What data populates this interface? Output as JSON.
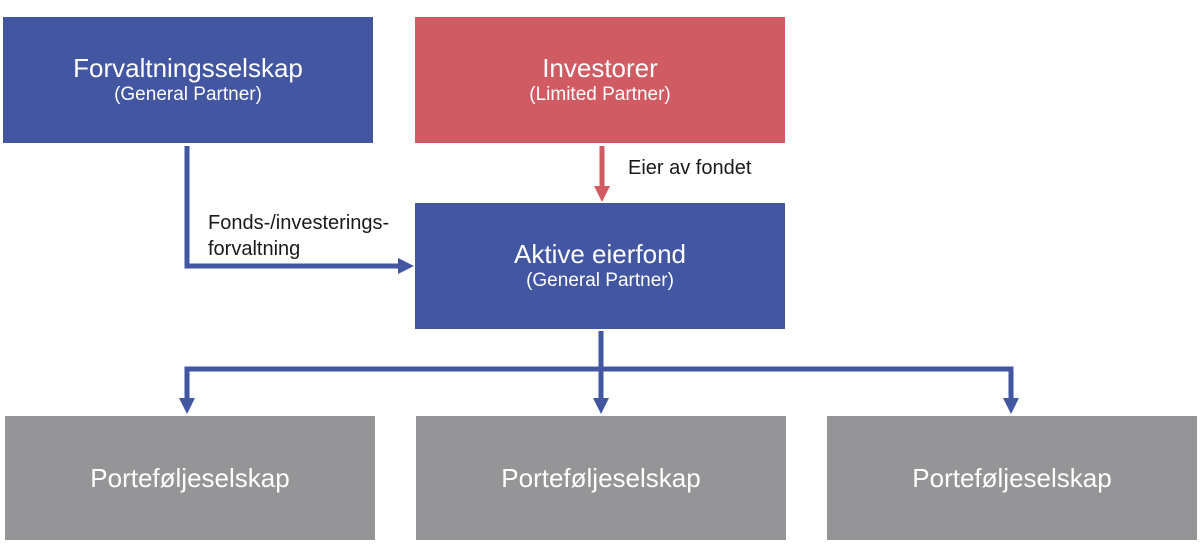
{
  "nodes": {
    "general_partner": {
      "title": "Forvaltningsselskap",
      "subtitle": "(General Partner)"
    },
    "investors": {
      "title": "Investorer",
      "subtitle": "(Limited Partner)"
    },
    "fund": {
      "title": "Aktive eierfond",
      "subtitle": "(General Partner)"
    },
    "portfolio": [
      {
        "title": "Porteføljeselskap"
      },
      {
        "title": "Porteføljeselskap"
      },
      {
        "title": "Porteføljeselskap"
      }
    ]
  },
  "edges": {
    "investors_to_fund": {
      "label": "Eier av fondet"
    },
    "gp_to_fund": {
      "label_line1": "Fonds-/investerings-",
      "label_line2": "forvaltning"
    }
  },
  "colors": {
    "blue": "#4256a2",
    "red": "#d05b63",
    "gray": "#959496"
  }
}
